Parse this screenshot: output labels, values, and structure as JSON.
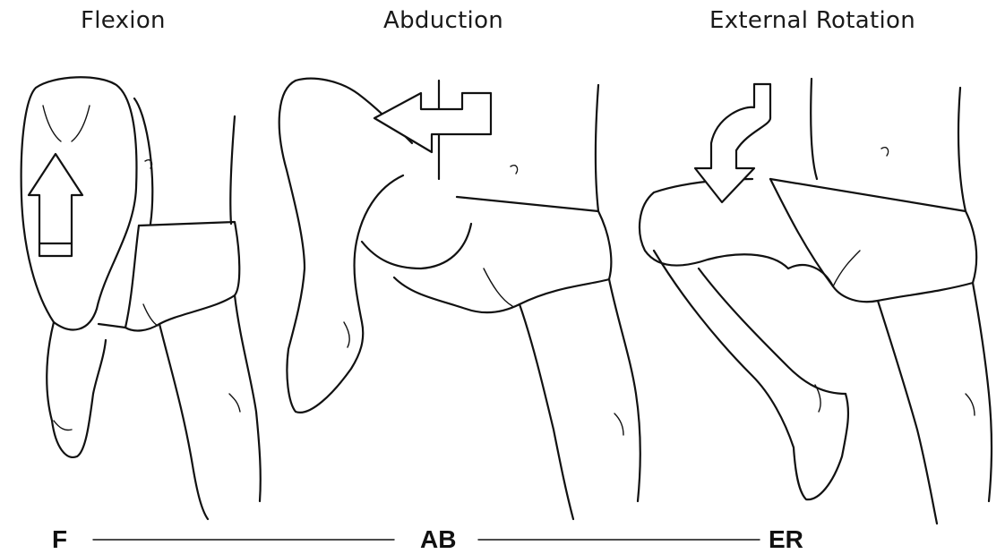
{
  "panels": [
    {
      "title": "Flexion",
      "abbreviation": "F"
    },
    {
      "title": "Abduction",
      "abbreviation": "AB"
    },
    {
      "title": "External Rotation",
      "abbreviation": "ER"
    }
  ]
}
